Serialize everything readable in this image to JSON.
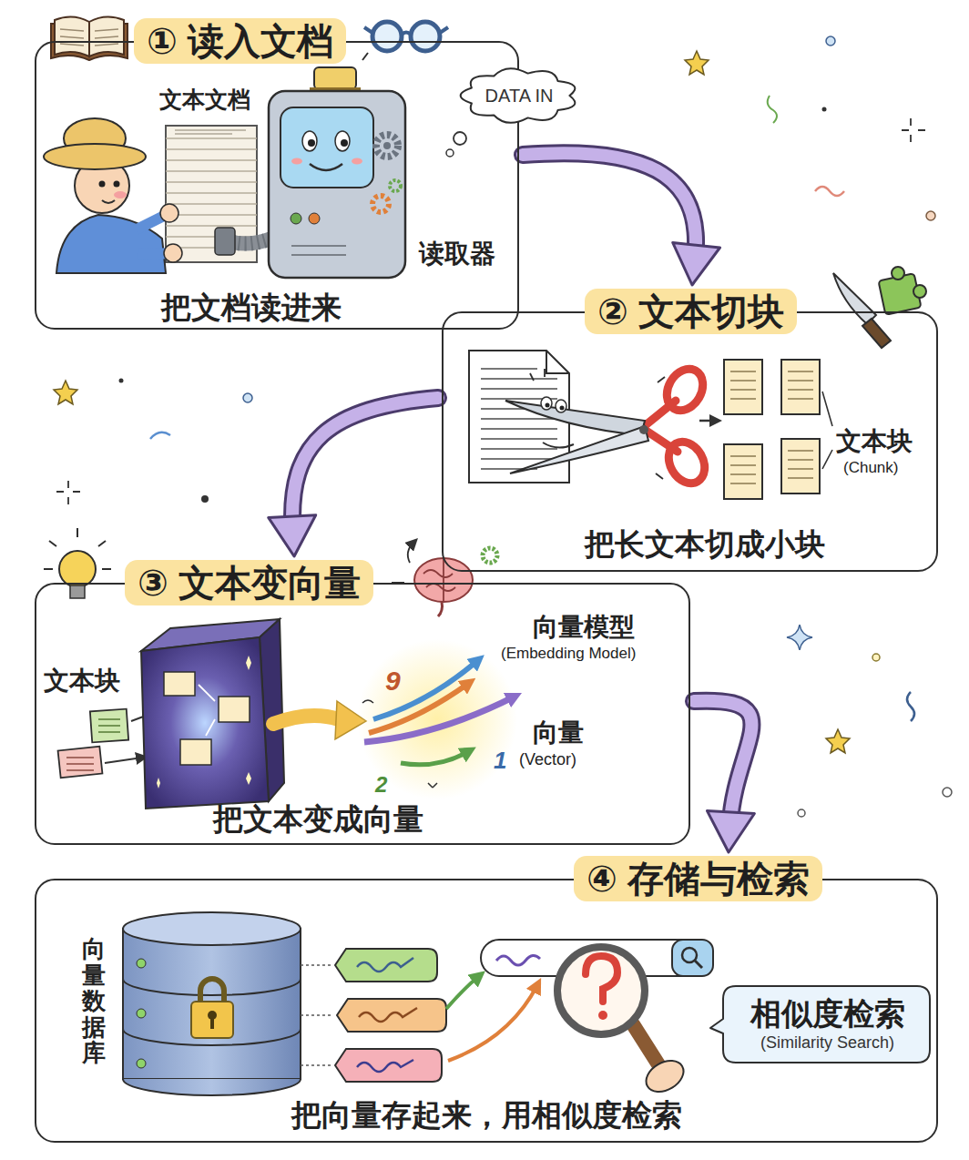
{
  "diagram": {
    "nodes": [
      {
        "text": [
          "① 读入文档",
          "把文档读进来"
        ]
      },
      {
        "text": [
          "DATA IN"
        ]
      },
      {
        "text": [
          "② 文本切块",
          "把长文本切成小块"
        ]
      },
      {
        "text": [
          "③ 文本变向量",
          "把文本变成向量"
        ]
      },
      {
        "text": [
          "④ 存储与检索",
          "把向量存起来，用相似度检索"
        ]
      },
      {
        "text": [
          "相似度检索",
          "(Similarity Search)"
        ],
        "in": 4
      }
    ],
    "edges": [
      {
        "from": 0,
        "to": 2,
        "arrow": "to"
      },
      {
        "from": 2,
        "to": 3,
        "arrow": "to"
      },
      {
        "from": 3,
        "to": 4,
        "arrow": "to"
      }
    ],
    "labels": [
      "文本文档",
      "读取器",
      "文本块",
      "(Chunk)",
      "文本块",
      "向量模型",
      "(Embedding Model)",
      "9",
      "2",
      "1",
      "向量",
      "(Vector)",
      "向量数据库"
    ]
  }
}
